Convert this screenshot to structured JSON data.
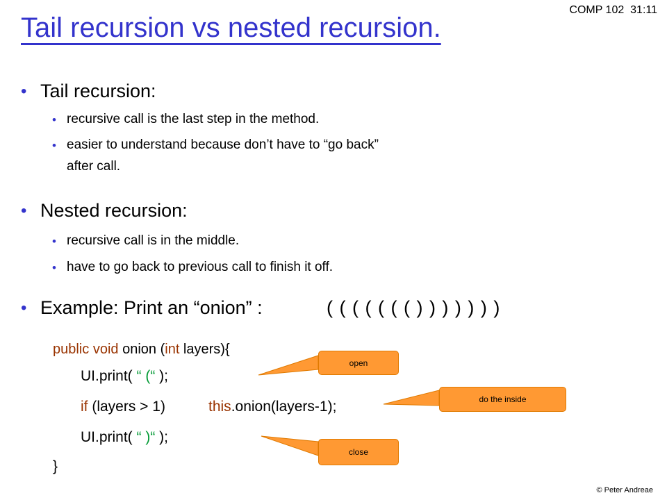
{
  "header": {
    "course": "COMP 102",
    "slide_no": "31:11",
    "title": "Tail recursion vs nested recursion."
  },
  "bullets": {
    "tail": {
      "heading": "Tail recursion:",
      "items": [
        "recursive call is the last step in the method.",
        "easier to understand because don’t have to “go back”",
        "after call."
      ]
    },
    "nested": {
      "heading": "Nested recursion:",
      "items": [
        "recursive call is in the middle.",
        "have to go back to previous call to finish it off."
      ]
    },
    "example": {
      "label": "Example:  Print an “onion” :",
      "parens": "( ( ( ( ( ( ( ) ) ) ) ) ) )"
    }
  },
  "code": {
    "line1": {
      "kw1": "public",
      "kw2": "void",
      "t1": " onion (",
      "kw3": "int",
      "t2": " layers){"
    },
    "line2": {
      "t1": "UI.print( ",
      "str": "“ (“",
      "t2": " );"
    },
    "line3": {
      "kw": "if",
      "t1": " (layers > 1)",
      "kw2": "this",
      "t2": ".onion(layers-1);"
    },
    "line4": {
      "t1": "UI.print( ",
      "str": "“ )“",
      "t2": " );"
    },
    "line5": "}"
  },
  "callouts": {
    "open": "open",
    "inside": "do the inside",
    "close": "close"
  },
  "footer": {
    "copyright": "© Peter Andreae"
  },
  "colors": {
    "accent": "#3333cc",
    "keyword": "#993300",
    "string": "#009933",
    "callout": "#ff9933"
  }
}
